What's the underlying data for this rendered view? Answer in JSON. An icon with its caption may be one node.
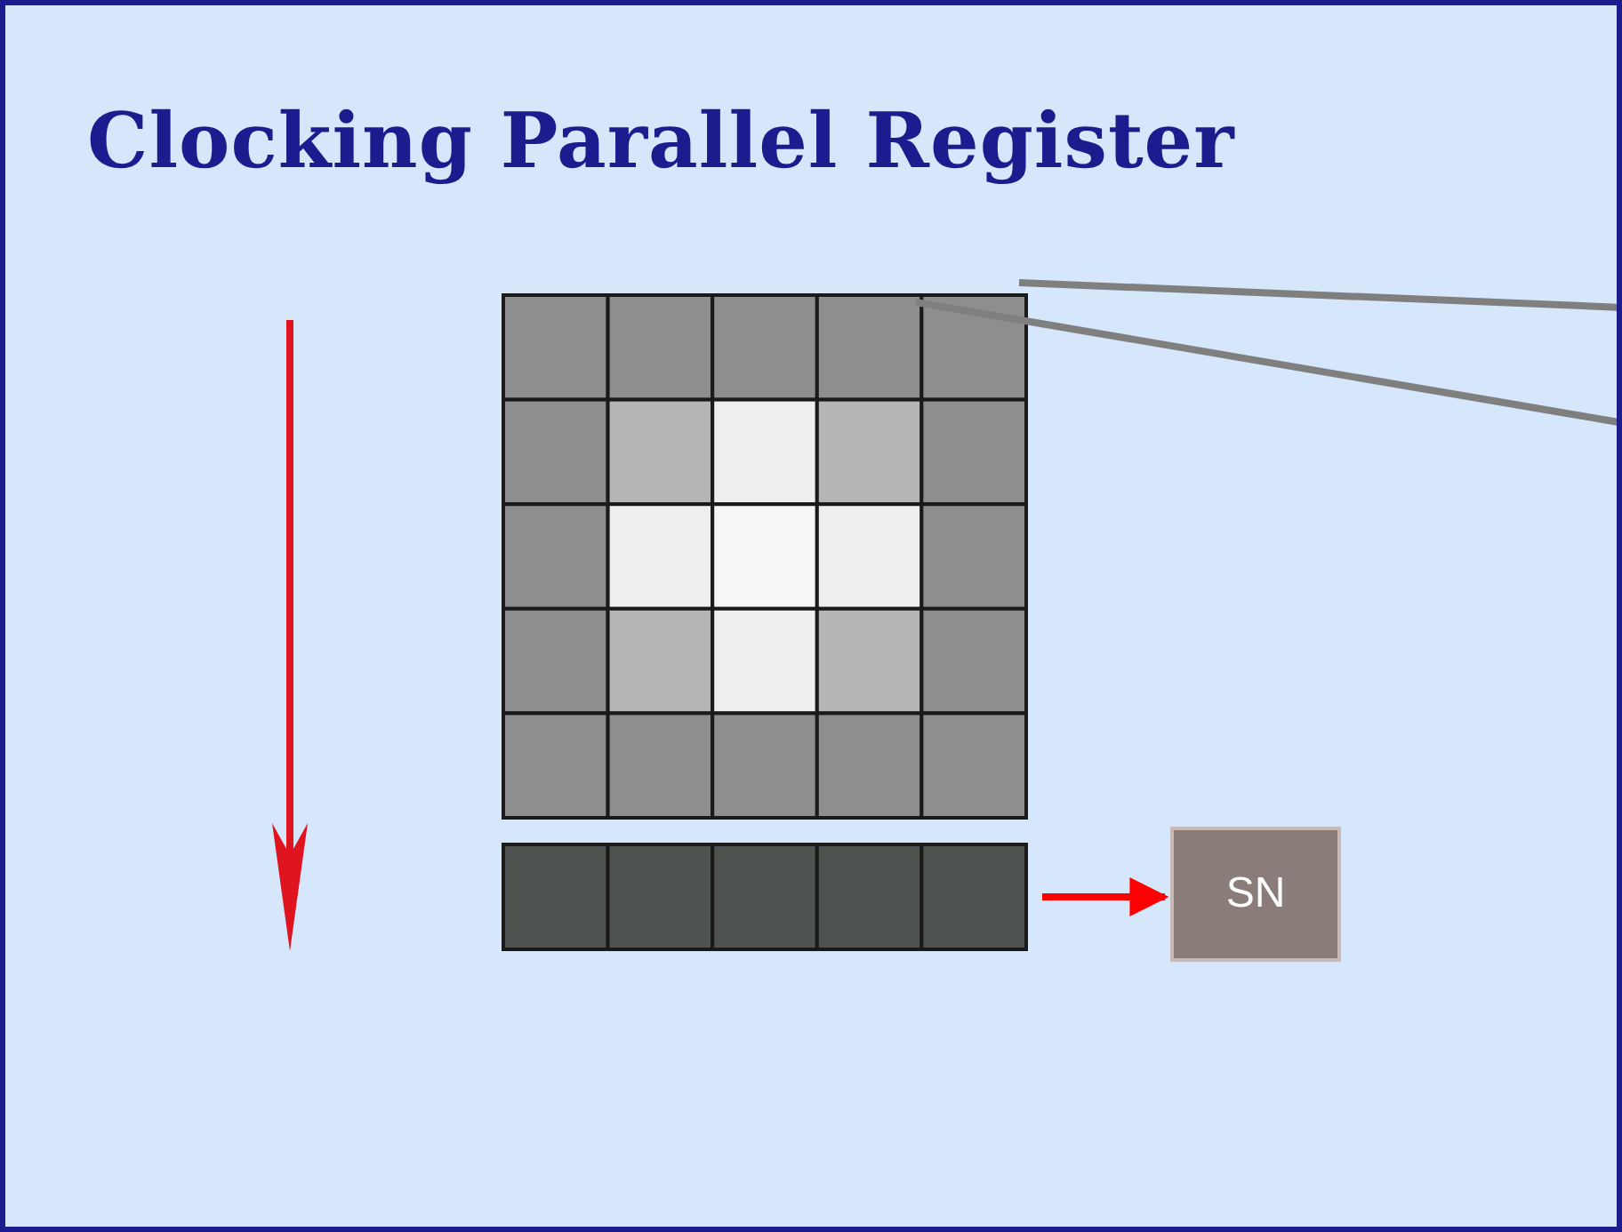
{
  "diagram": {
    "title": "Clocking Parallel Register",
    "nodes": [
      {
        "text": [],
        "shape": "picture"
      },
      {
        "text": [],
        "shape": "bar"
      },
      {
        "text": [
          "SN"
        ]
      }
    ],
    "edges": [
      {
        "from": 0,
        "to": null,
        "arrow": "none"
      },
      {
        "from": 0,
        "to": null,
        "arrow": "none"
      },
      {
        "from": 1,
        "to": 2,
        "arrow": "to",
        "color": "#ff0000"
      }
    ]
  }
}
